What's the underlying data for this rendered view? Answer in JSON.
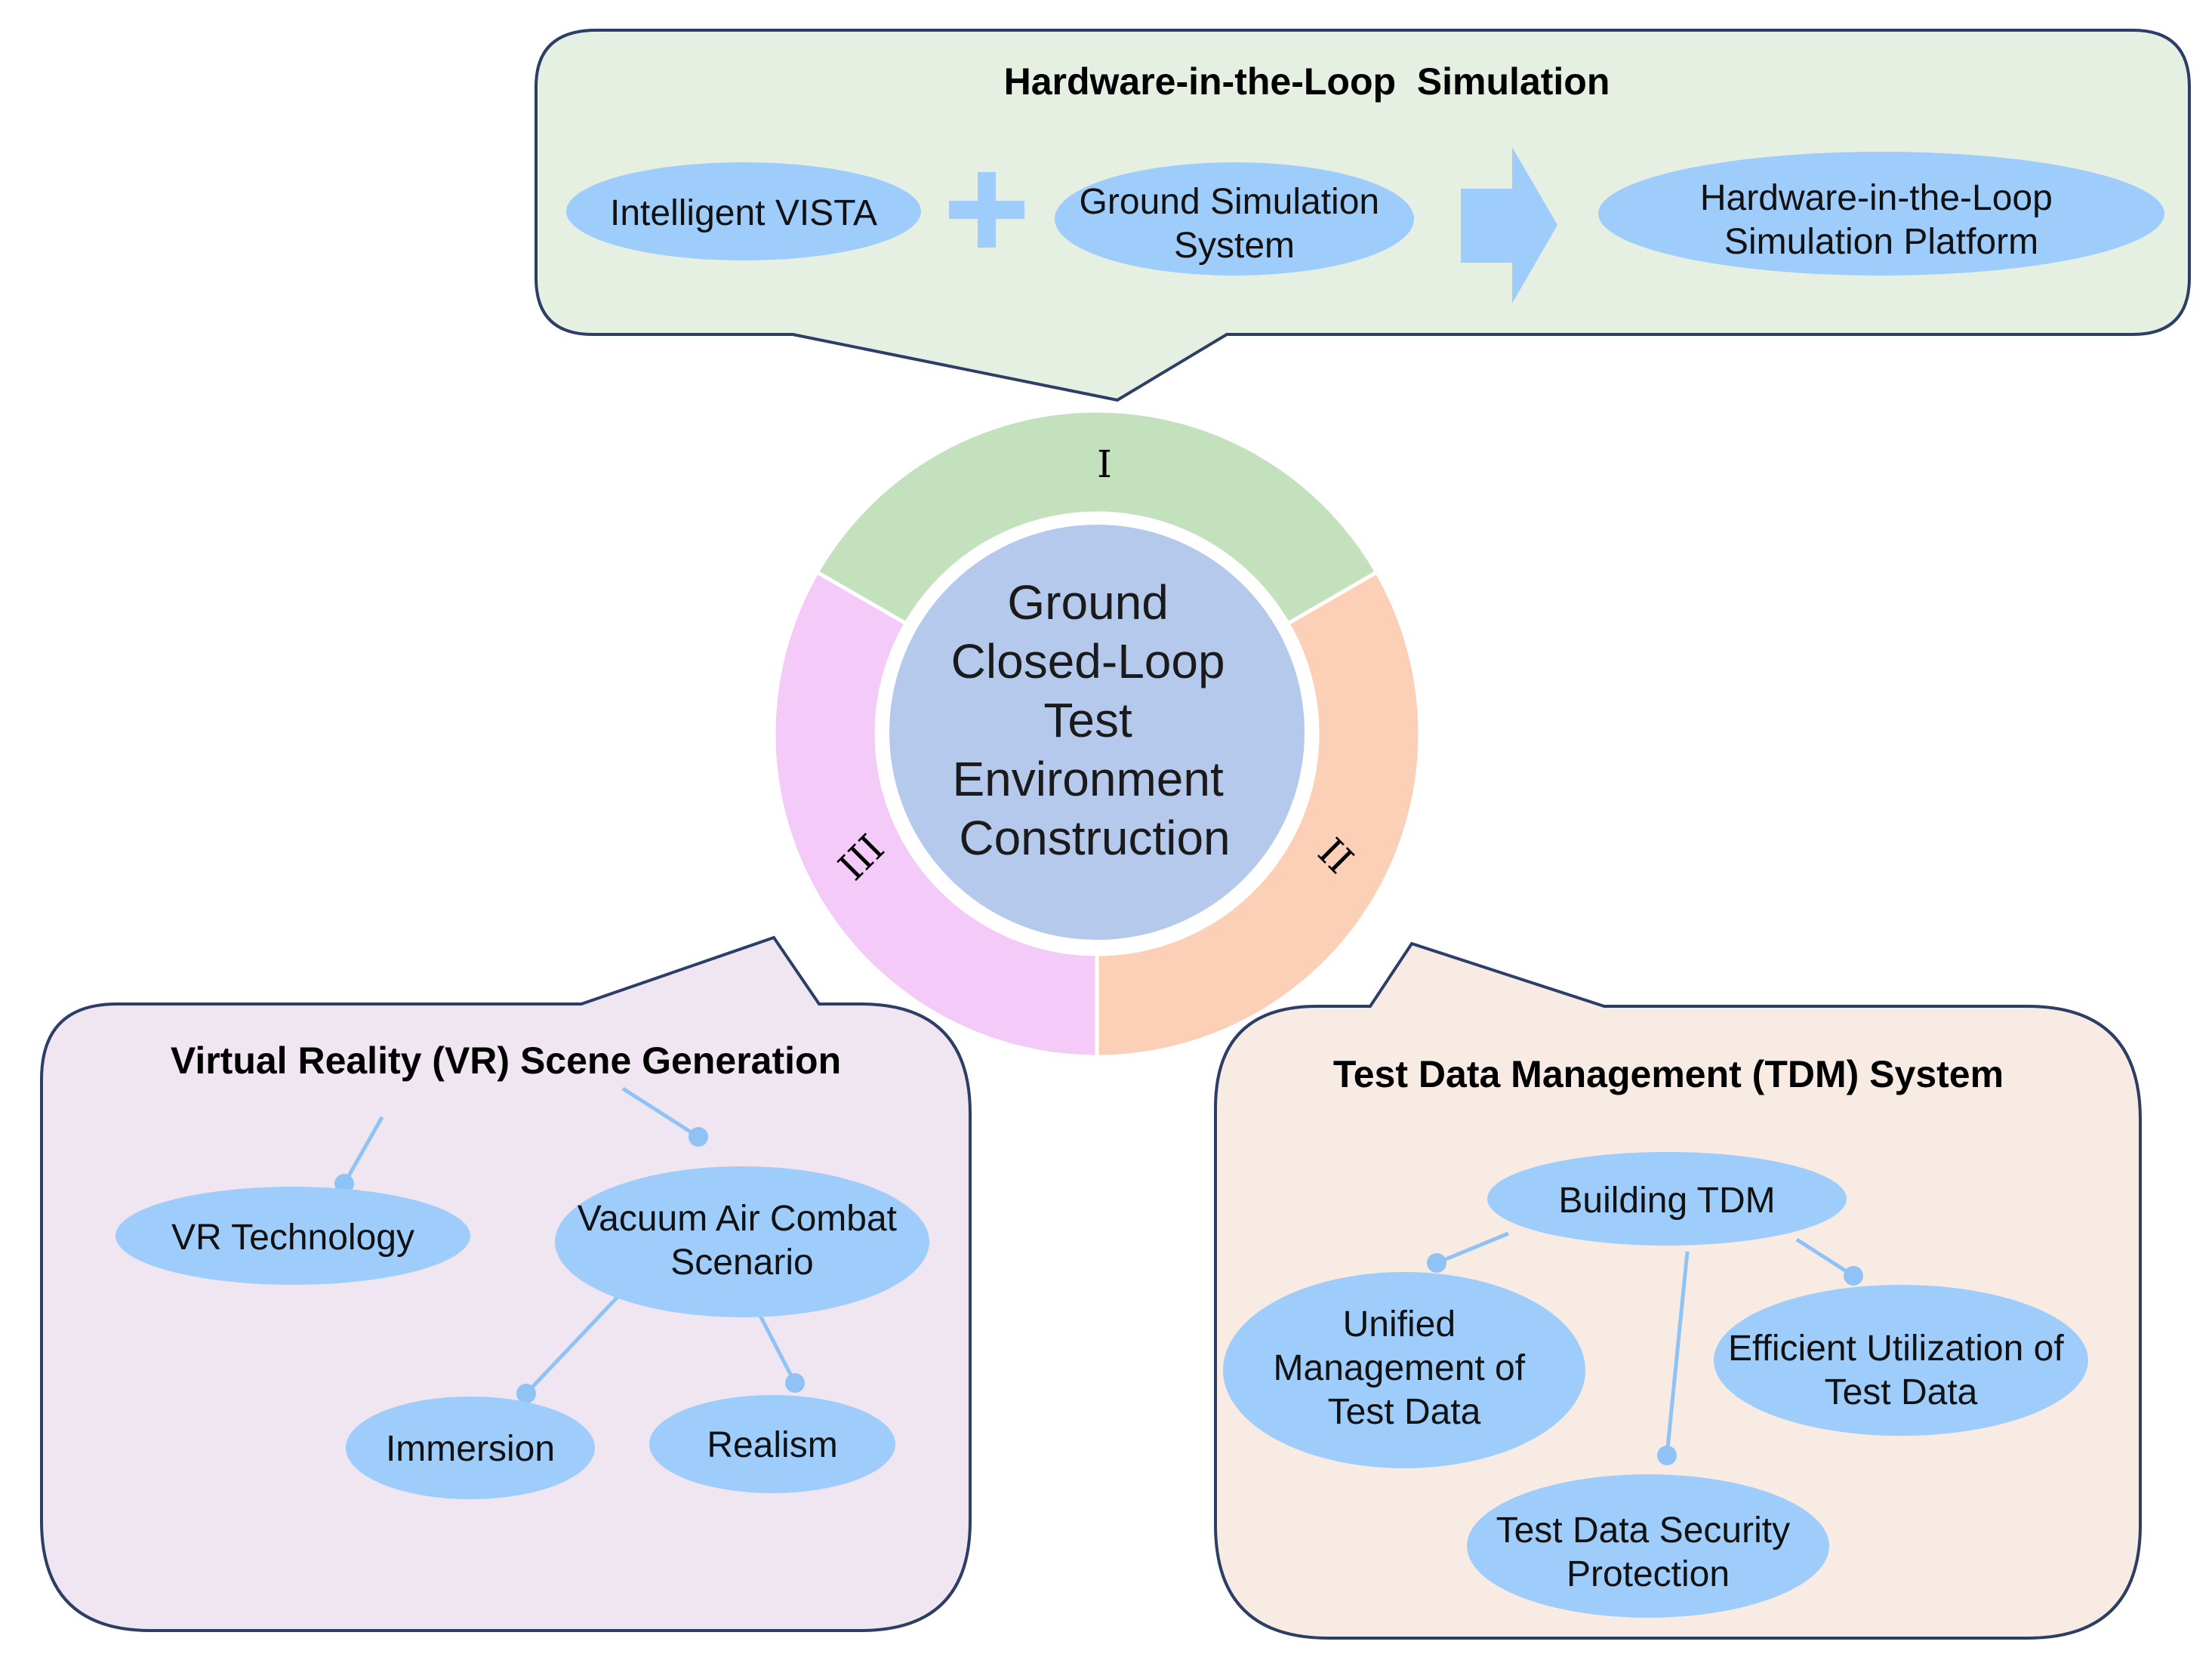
{
  "colors": {
    "node_fill": "#9ecdfc",
    "connector": "#8fc3f5",
    "hil_panel": "#e6f0e2",
    "vr_panel": "#f0e6f2",
    "tdm_panel": "#f8ebe4",
    "ring_segment_1": "#c3e1bc",
    "ring_segment_2": "#fbd0b6",
    "ring_segment_3": "#f3caf8",
    "center_fill": "#b5c9ec",
    "panel_border": "#2c3e66"
  },
  "center": {
    "lines": [
      "Ground",
      "Closed-Loop",
      "Test",
      "Environment",
      "Construction"
    ]
  },
  "ring": {
    "segment_1_label": "I",
    "segment_2_label": "II",
    "segment_3_label": "III"
  },
  "hil": {
    "title": "Hardware-in-the-Loop  Simulation",
    "node_1": "Intelligent VISTA",
    "plus_icon": "plus-icon",
    "node_2": [
      "Ground Simulation",
      "System"
    ],
    "arrow_icon": "right-arrow-icon",
    "node_3": [
      "Hardware-in-the-Loop",
      "Simulation Platform"
    ]
  },
  "vr": {
    "title": "Virtual Reality (VR) Scene Generation",
    "node_technology": "VR Technology",
    "node_scenario": [
      "Vacuum Air Combat",
      "Scenario"
    ],
    "node_immersion": "Immersion",
    "node_realism": "Realism"
  },
  "tdm": {
    "title": "Test Data Management (TDM) System",
    "node_building": "Building TDM",
    "node_unified": [
      "Unified",
      "Management of",
      "Test Data"
    ],
    "node_efficient": [
      "Efficient Utilization of",
      "Test Data"
    ],
    "node_security": [
      "Test Data Security",
      "Protection"
    ]
  }
}
